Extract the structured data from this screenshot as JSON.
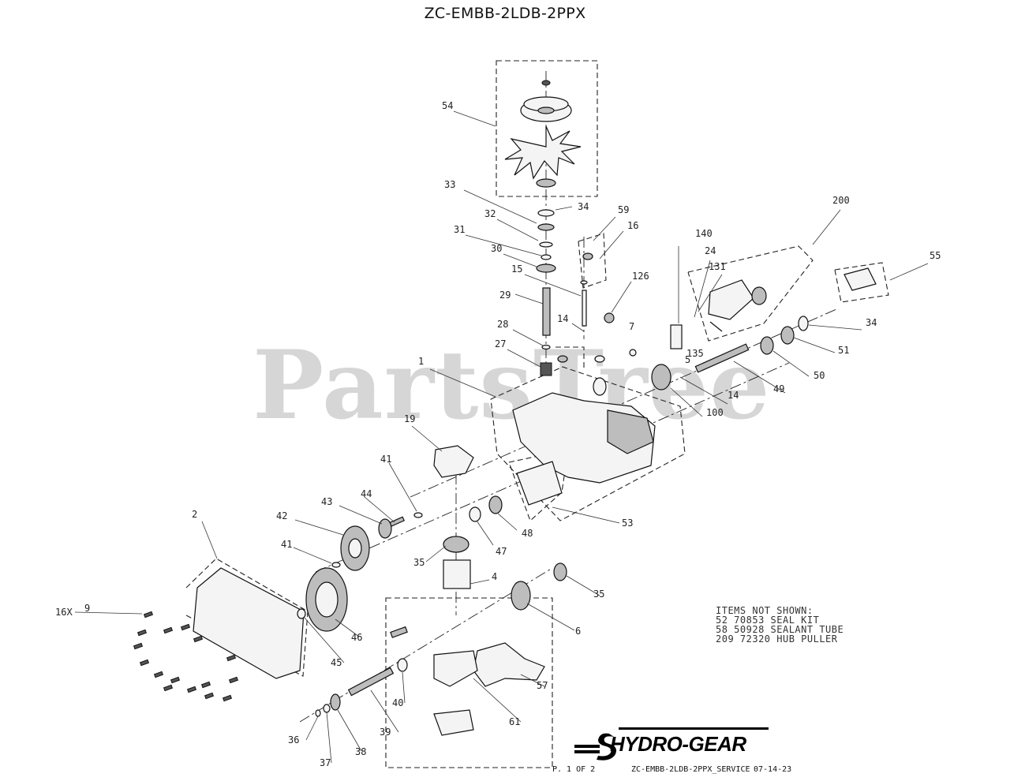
{
  "title": "ZC-EMBB-2LDB-2PPX",
  "watermark": "PartsTree",
  "callouts": [
    {
      "id": "54",
      "label": "54"
    },
    {
      "id": "34a",
      "label": "34"
    },
    {
      "id": "33",
      "label": "33"
    },
    {
      "id": "32",
      "label": "32"
    },
    {
      "id": "31",
      "label": "31"
    },
    {
      "id": "30",
      "label": "30"
    },
    {
      "id": "15",
      "label": "15"
    },
    {
      "id": "29",
      "label": "29"
    },
    {
      "id": "59",
      "label": "59"
    },
    {
      "id": "16",
      "label": "16"
    },
    {
      "id": "14a",
      "label": "14"
    },
    {
      "id": "28",
      "label": "28"
    },
    {
      "id": "27",
      "label": "27"
    },
    {
      "id": "126",
      "label": "126"
    },
    {
      "id": "7",
      "label": "7"
    },
    {
      "id": "1",
      "label": "1"
    },
    {
      "id": "140",
      "label": "140"
    },
    {
      "id": "24",
      "label": "24"
    },
    {
      "id": "131",
      "label": "131"
    },
    {
      "id": "200",
      "label": "200"
    },
    {
      "id": "55",
      "label": "55"
    },
    {
      "id": "34b",
      "label": "34"
    },
    {
      "id": "51",
      "label": "51"
    },
    {
      "id": "135",
      "label": "135"
    },
    {
      "id": "5",
      "label": "5"
    },
    {
      "id": "50",
      "label": "50"
    },
    {
      "id": "49",
      "label": "49"
    },
    {
      "id": "14b",
      "label": "14"
    },
    {
      "id": "100",
      "label": "100"
    },
    {
      "id": "19",
      "label": "19"
    },
    {
      "id": "41a",
      "label": "41"
    },
    {
      "id": "44",
      "label": "44"
    },
    {
      "id": "43",
      "label": "43"
    },
    {
      "id": "42",
      "label": "42"
    },
    {
      "id": "2",
      "label": "2"
    },
    {
      "id": "41b",
      "label": "41"
    },
    {
      "id": "53",
      "label": "53"
    },
    {
      "id": "47",
      "label": "47"
    },
    {
      "id": "48",
      "label": "48"
    },
    {
      "id": "35a",
      "label": "35"
    },
    {
      "id": "4",
      "label": "4"
    },
    {
      "id": "35b",
      "label": "35"
    },
    {
      "id": "16x",
      "label": "16X"
    },
    {
      "id": "9",
      "label": "9"
    },
    {
      "id": "46",
      "label": "46"
    },
    {
      "id": "45",
      "label": "45"
    },
    {
      "id": "6",
      "label": "6"
    },
    {
      "id": "57",
      "label": "57"
    },
    {
      "id": "40",
      "label": "40"
    },
    {
      "id": "61",
      "label": "61"
    },
    {
      "id": "39",
      "label": "39"
    },
    {
      "id": "36",
      "label": "36"
    },
    {
      "id": "38",
      "label": "38"
    },
    {
      "id": "37",
      "label": "37"
    }
  ],
  "notes": {
    "heading": "ITEMS NOT SHOWN:",
    "lines": [
      "52 70853 SEAL KIT",
      "58 50928 SEALANT TUBE",
      "209 72320 HUB PULLER"
    ]
  },
  "logo": "HYDRO-GEAR",
  "footer": {
    "page": "P. 1 OF 2",
    "drawing": "ZC-EMBB-2LDB-2PPX_SERVICE",
    "date": "07-14-23"
  }
}
